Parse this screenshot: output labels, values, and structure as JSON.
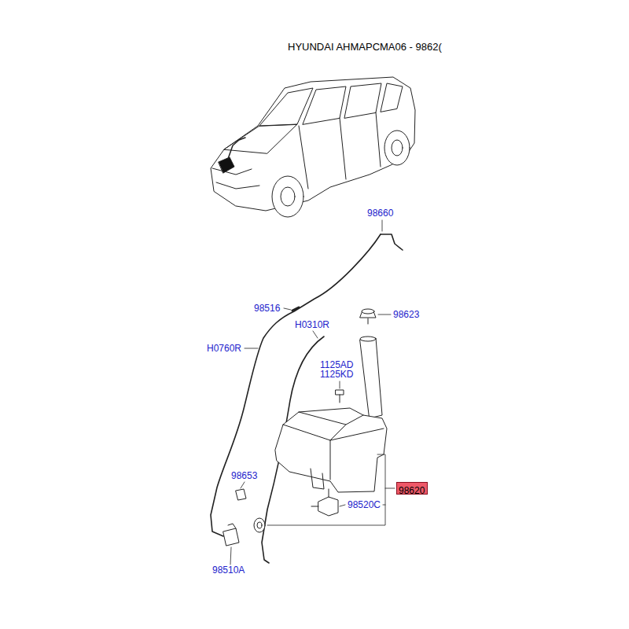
{
  "diagram": {
    "title": "HYUNDAI AHMAPCMA06 - 9862(",
    "nodes": [
      {
        "text": [
          "98620"
        ]
      }
    ],
    "labels": [
      "98660",
      "98623",
      "98516",
      "H0310R",
      "H0760R",
      "1125AD",
      "1125KD",
      "98653",
      "98520C",
      "98510A"
    ]
  }
}
